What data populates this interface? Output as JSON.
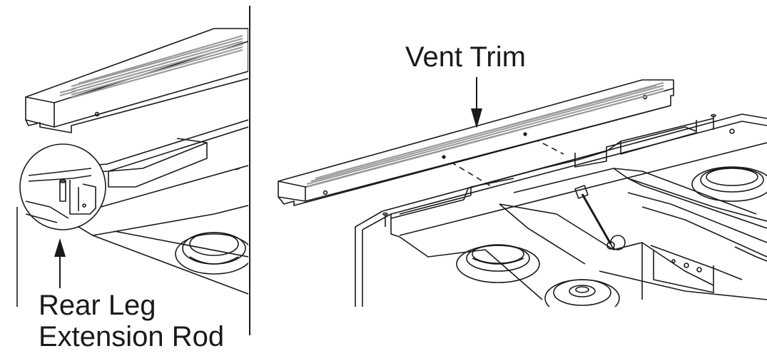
{
  "labels": {
    "vent_trim": "Vent Trim",
    "rear_leg_line1": "Rear Leg",
    "rear_leg_line2": "Extension Rod"
  },
  "colors": {
    "ink": "#1a1a1a",
    "slot": "#9a9a9a",
    "paper": "#ffffff"
  }
}
